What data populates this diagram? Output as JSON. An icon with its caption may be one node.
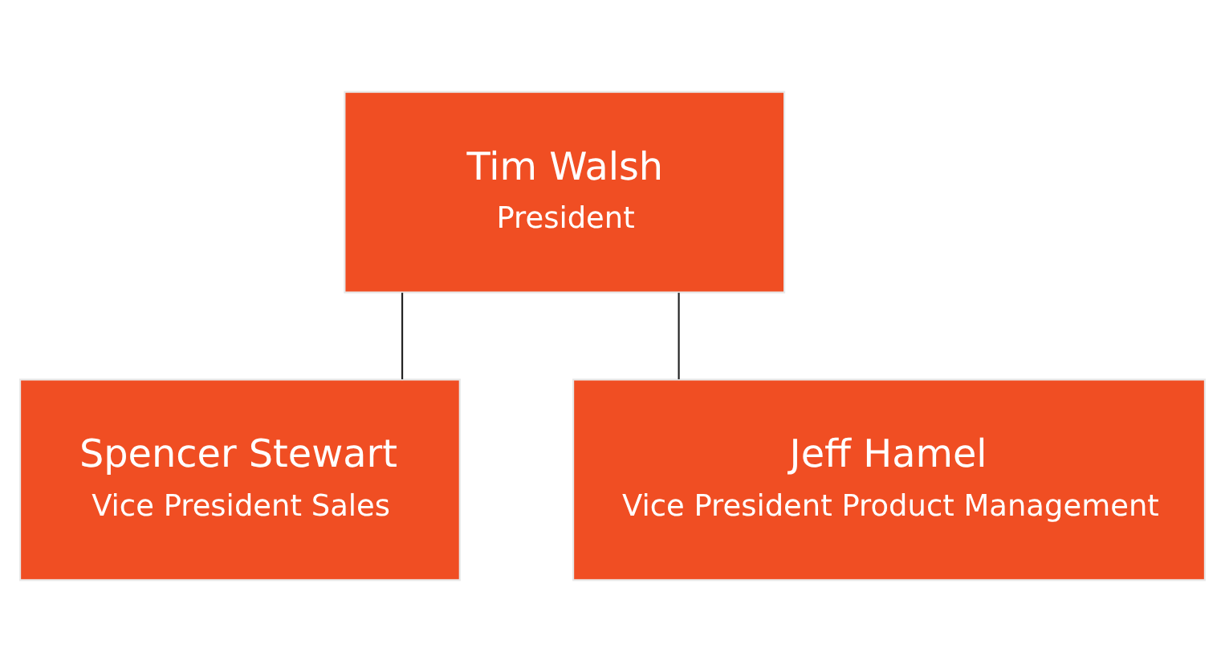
{
  "diagram": {
    "nodes": [
      {
        "text": [
          "Tim Walsh",
          "President"
        ]
      },
      {
        "text": [
          "Spencer Stewart",
          "Vice President Sales"
        ]
      },
      {
        "text": [
          "Jeff Hamel",
          "Vice President Product Management"
        ]
      }
    ],
    "edges": [
      {
        "from": 0,
        "to": 1,
        "arrow": "none"
      },
      {
        "from": 0,
        "to": 2,
        "arrow": "none"
      }
    ]
  }
}
